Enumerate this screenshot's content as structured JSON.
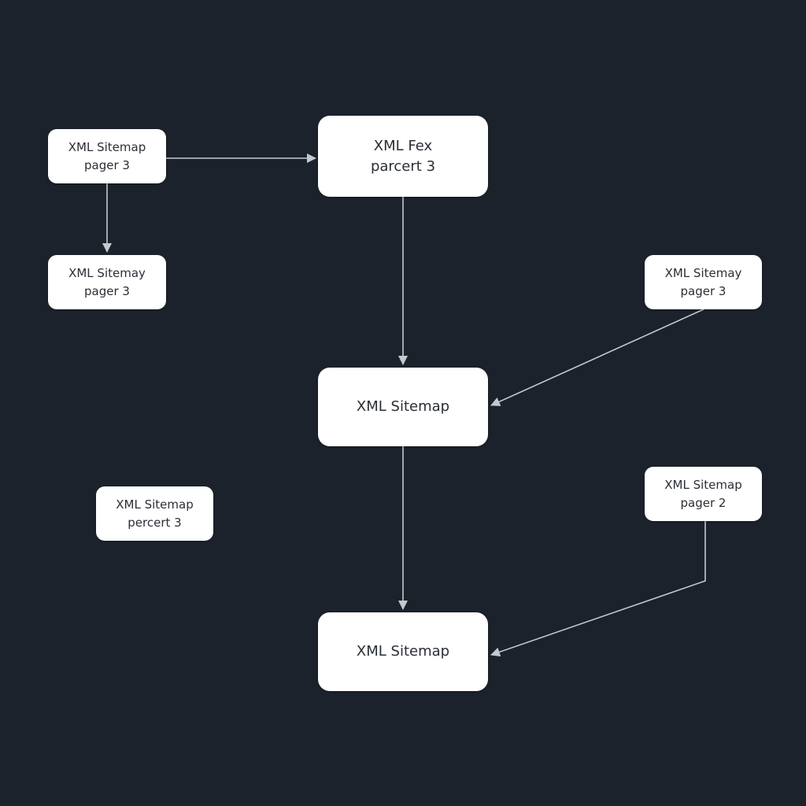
{
  "diagram": {
    "nodes": {
      "a": {
        "line1": "XML Sitemap",
        "line2": "pager 3"
      },
      "b": {
        "line1": "XML Sitemay",
        "line2": "pager 3"
      },
      "c": {
        "line1": "XML Fex",
        "line2": "parcert 3"
      },
      "d": {
        "line1": "XML Sitemay",
        "line2": "pager 3"
      },
      "e": {
        "line1": "XML Sitemap"
      },
      "f": {
        "line1": "XML Sitemap",
        "line2": "percert 3"
      },
      "g": {
        "line1": "XML Sitemap",
        "line2": "pager 2"
      },
      "h": {
        "line1": "XML Sitemap"
      }
    },
    "edges": [
      {
        "from": "a",
        "to": "c"
      },
      {
        "from": "a",
        "to": "b"
      },
      {
        "from": "c",
        "to": "e"
      },
      {
        "from": "d",
        "to": "e"
      },
      {
        "from": "e",
        "to": "h"
      },
      {
        "from": "g",
        "to": "h"
      }
    ],
    "colors": {
      "background": "#1b222b",
      "node_fill": "#ffffff",
      "node_text": "#2a2f36",
      "edge": "#c4c9cf"
    }
  }
}
